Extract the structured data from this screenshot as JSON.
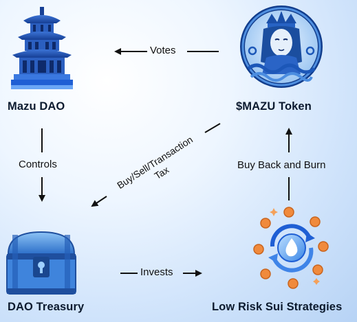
{
  "nodes": {
    "mazu_dao": "Mazu DAO",
    "mazu_token": "$MAZU Token",
    "dao_treasury": "DAO Treasury",
    "sui_strategies": "Low Risk Sui Strategies"
  },
  "edges": {
    "votes": "Votes",
    "controls": "Controls",
    "tax_line1": "Buy/Sell/Transaction",
    "tax_line2": "Tax",
    "invests": "Invests",
    "buyback": "Buy Back and Burn"
  },
  "colors": {
    "background": "#d6e8fb",
    "icon_blue": "#1e63c9",
    "coin_orange": "#f08a3c"
  }
}
